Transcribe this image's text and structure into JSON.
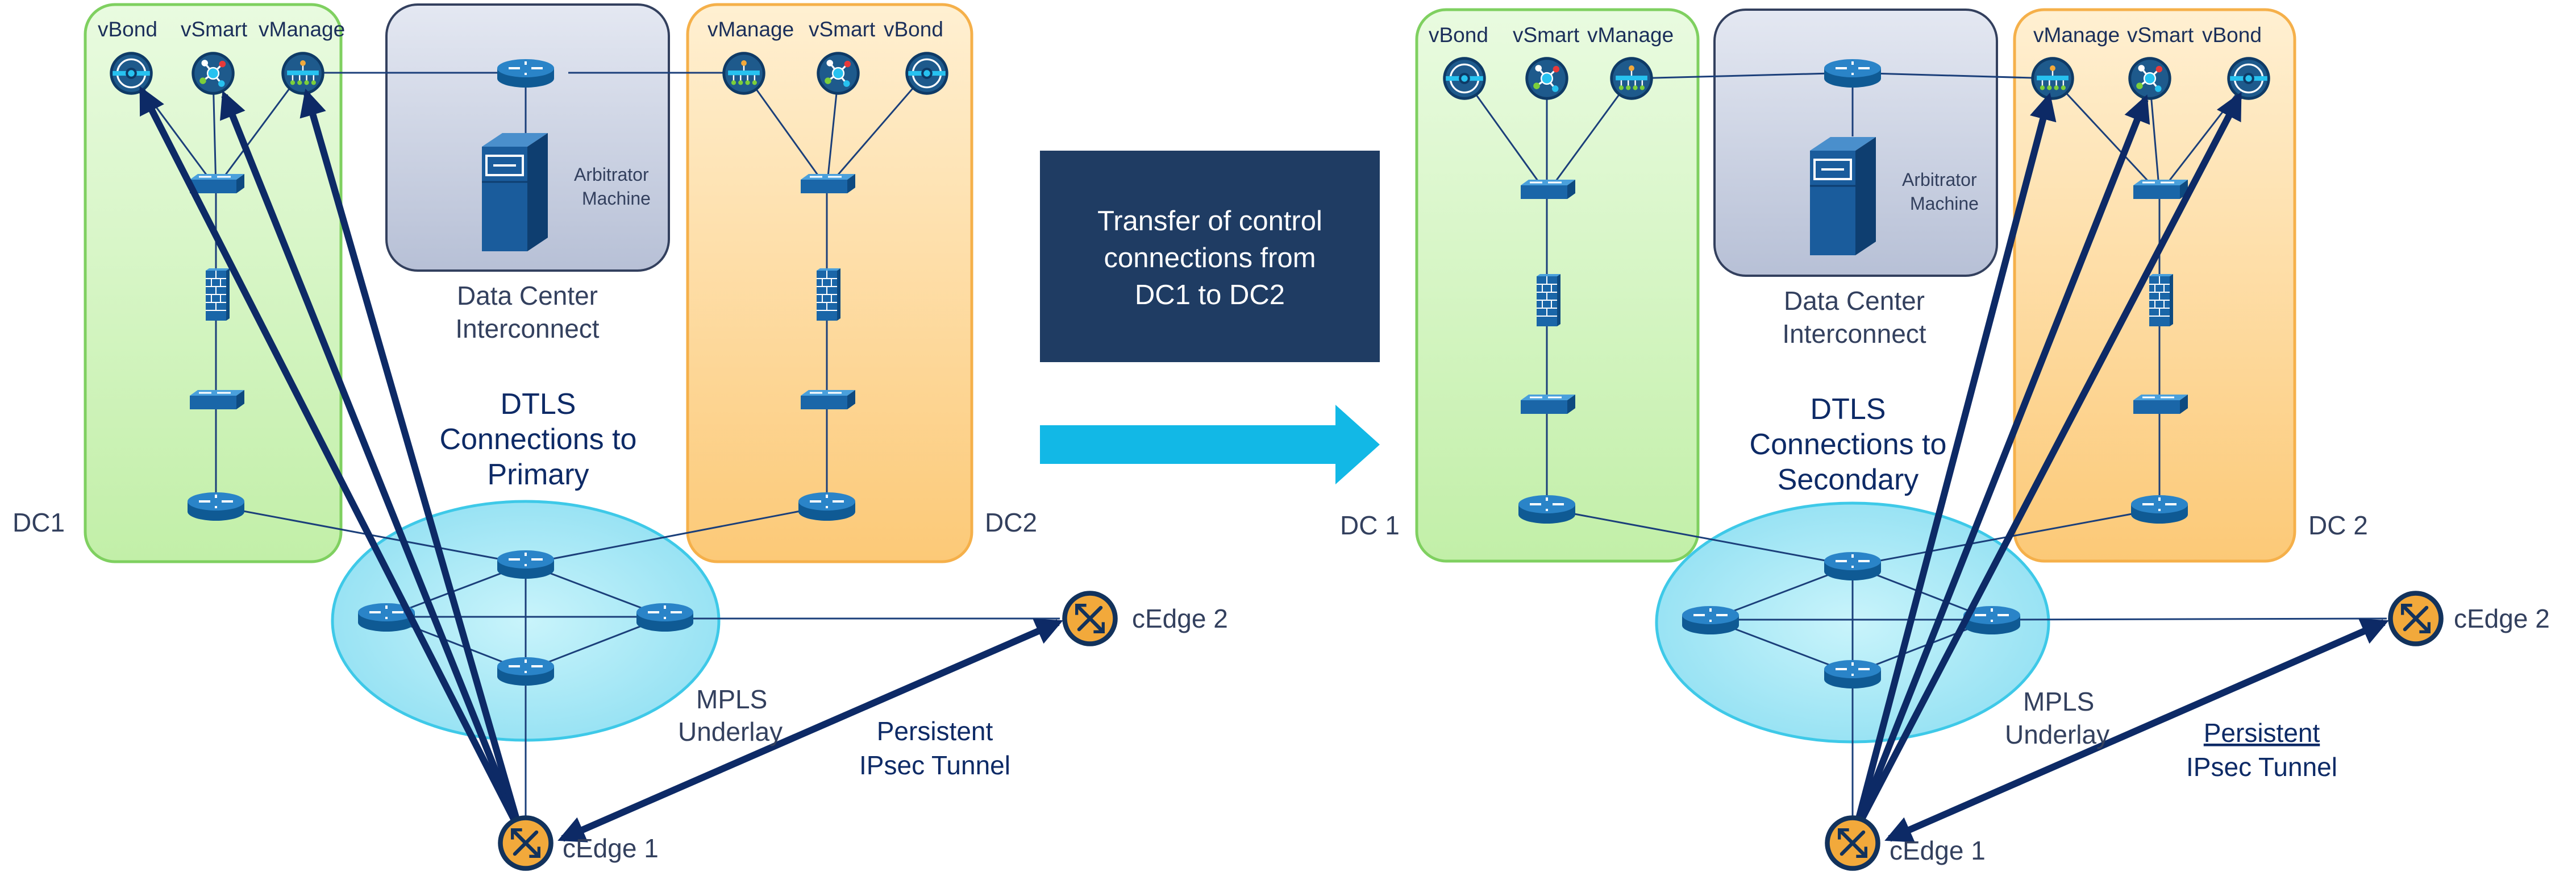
{
  "colors": {
    "green_fill": "#d6f5c4",
    "green_stroke": "#7fd060",
    "orange_fill": "#fde2a8",
    "orange_stroke": "#f5b04a",
    "dci_fill": "#c5cde0",
    "dci_stroke": "#33405e",
    "mpls_fill": "#9fe6f5",
    "mpls_stroke": "#3ec9e8",
    "navy": "#0d2a66",
    "device_blue": "#1b6fb0",
    "transfer_box": "#1f3c63",
    "arrow_cyan": "#12b8e6",
    "edge_orange": "#f2a93b"
  },
  "left": {
    "dc_label": "DC1",
    "dc2_label": "DC2",
    "dc1_devices": {
      "vbond": "vBond",
      "vsmart": "vSmart",
      "vmanage": "vManage"
    },
    "dc2_devices": {
      "vmanage": "vManage",
      "vsmart": "vSmart",
      "vbond": "vBond"
    },
    "arbitrator": [
      "Arbitrator",
      "Machine"
    ],
    "dci_label": [
      "Data Center",
      "Interconnect"
    ],
    "dtls": [
      "DTLS",
      "Connections to",
      "Primary"
    ],
    "mpls": [
      "MPLS",
      "Underlay"
    ],
    "tunnel": [
      "Persistent",
      "IPsec Tunnel"
    ],
    "cedge1": "cEdge 1",
    "cedge2": "cEdge 2"
  },
  "right": {
    "dc_label": "DC 1",
    "dc2_label": "DC 2",
    "dc1_devices": {
      "vbond": "vBond",
      "vsmart": "vSmart",
      "vmanage": "vManage"
    },
    "dc2_devices": {
      "vmanage": "vManage",
      "vsmart": "vSmart",
      "vbond": "vBond"
    },
    "arbitrator": [
      "Arbitrator",
      "Machine"
    ],
    "dci_label": [
      "Data Center",
      "Interconnect"
    ],
    "dtls": [
      "DTLS",
      "Connections to",
      "Secondary"
    ],
    "mpls": [
      "MPLS",
      "Underlay"
    ],
    "tunnel": [
      "Persistent",
      "IPsec Tunnel"
    ],
    "cedge1": "cEdge 1",
    "cedge2": "cEdge 2"
  },
  "transfer": [
    "Transfer of control",
    "connections from",
    "DC1 to DC2"
  ],
  "icons": {
    "vbond": "vbond-orchestrator-icon",
    "vsmart": "vsmart-controller-icon",
    "vmanage": "vmanage-icon",
    "router": "router-icon",
    "switch": "switch-icon",
    "firewall": "firewall-icon",
    "server": "server-icon",
    "cedge": "cedge-router-icon"
  }
}
